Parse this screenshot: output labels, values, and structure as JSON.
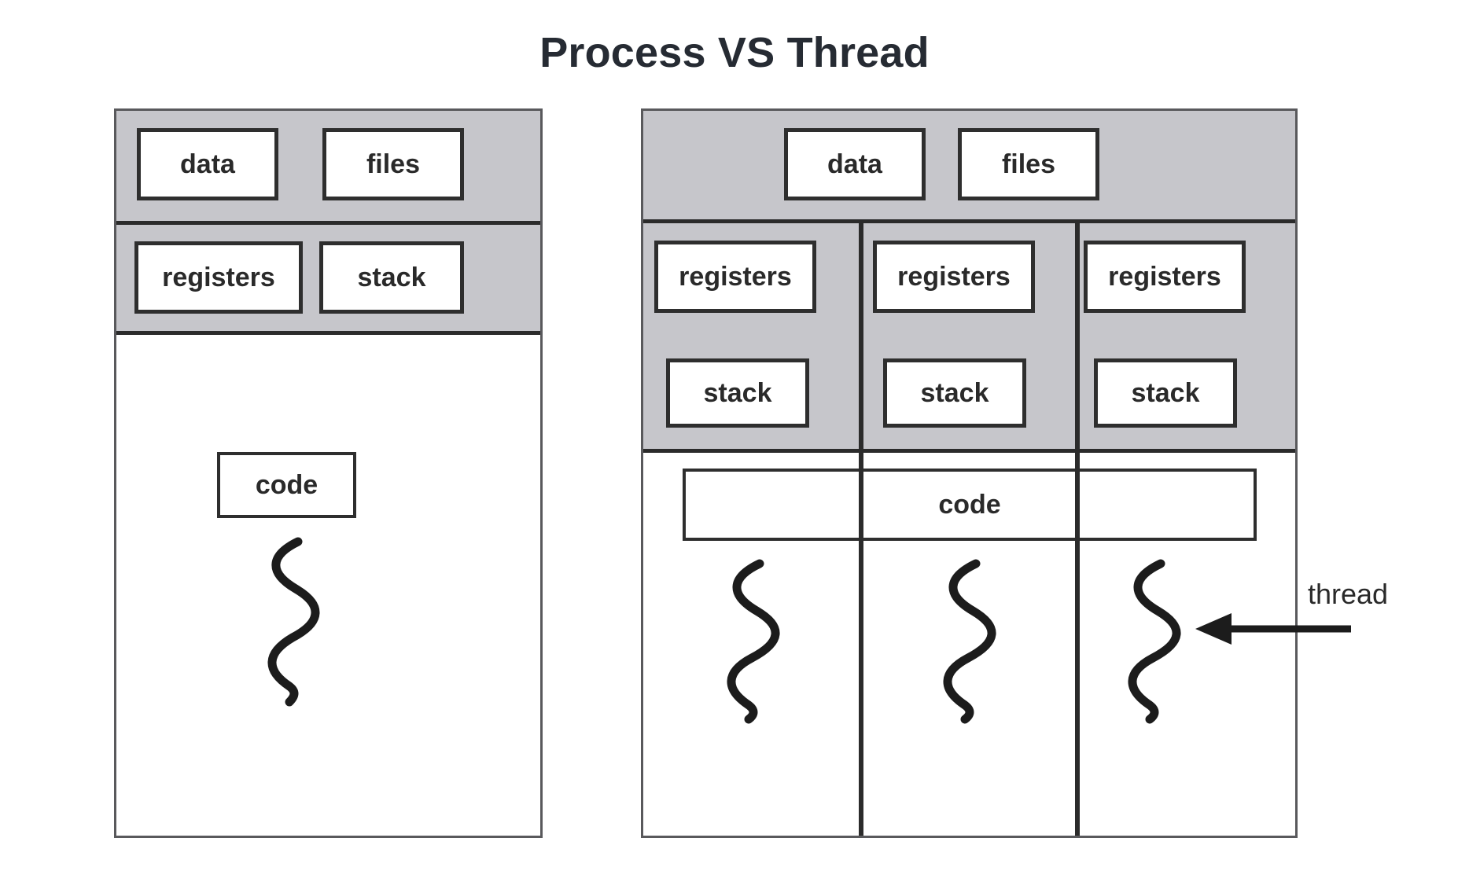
{
  "title": "Process VS Thread",
  "colors": {
    "title_text": "#262b33",
    "panel_border": "#59595c",
    "band_gray": "#c6c6cb",
    "box_border": "#2e2e2e",
    "ink": "#2a2a2a",
    "background": "#ffffff"
  },
  "process_panel": {
    "name": "single-threaded-process",
    "shared_row_1": [
      "data",
      "files"
    ],
    "shared_row_2": [
      "registers",
      "stack"
    ],
    "code_box": "code",
    "threads": 1
  },
  "thread_panel": {
    "name": "multi-threaded-process",
    "shared_row_1": [
      "data",
      "files"
    ],
    "per_thread_registers": [
      "registers",
      "registers",
      "registers"
    ],
    "per_thread_stacks": [
      "stack",
      "stack",
      "stack"
    ],
    "code_box": "code",
    "threads": 3
  },
  "annotation": {
    "label": "thread",
    "arrow": "left-arrow"
  }
}
